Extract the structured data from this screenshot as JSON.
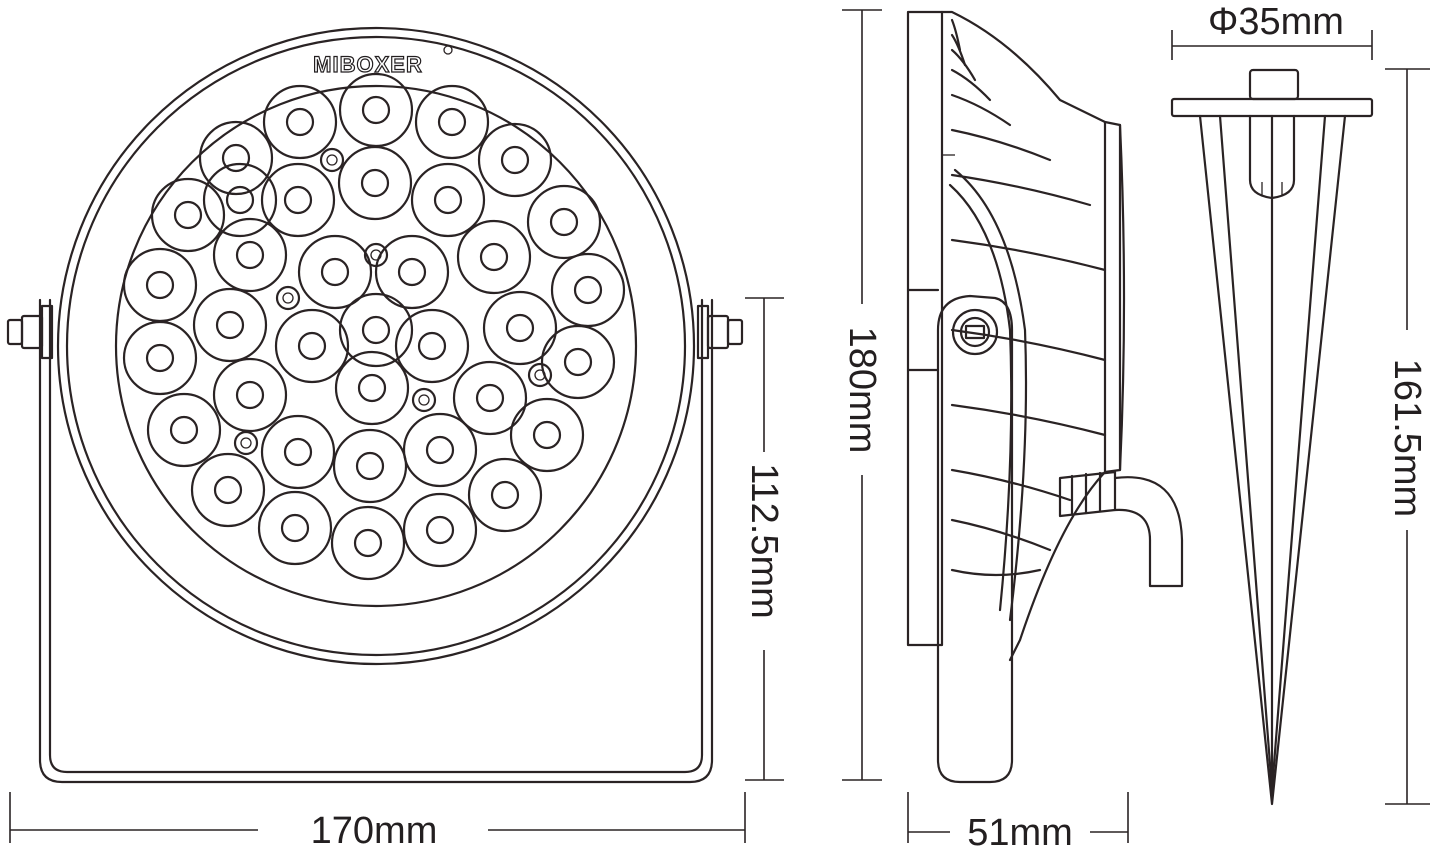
{
  "brand": "MIBOXER",
  "dimensions": {
    "width": "170mm",
    "bracket_height": "112.5mm",
    "height": "180mm",
    "depth": "51mm",
    "spike_diameter": "Φ35mm",
    "spike_length": "161.5mm"
  },
  "colors": {
    "line": "#2a2324",
    "background": "#ffffff"
  },
  "led_count": 37,
  "screw_count": 6
}
